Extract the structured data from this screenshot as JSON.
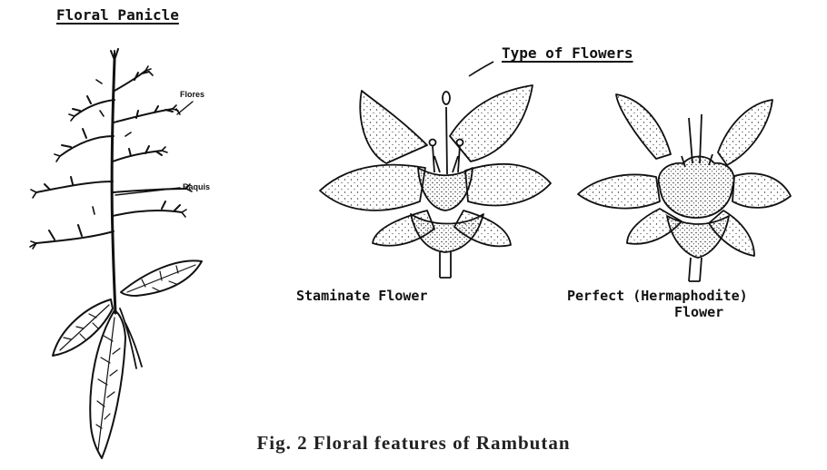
{
  "panicle": {
    "title": "Floral Panicle",
    "label_flores": "Flores",
    "label_raquis": "Raquis"
  },
  "flowers": {
    "title": "Type of Flowers",
    "staminate_caption": "Staminate Flower",
    "perfect_caption_line1": "Perfect (Hermaphodite)",
    "perfect_caption_line2": "Flower"
  },
  "figure_caption": "Fig. 2 Floral features of Rambutan"
}
